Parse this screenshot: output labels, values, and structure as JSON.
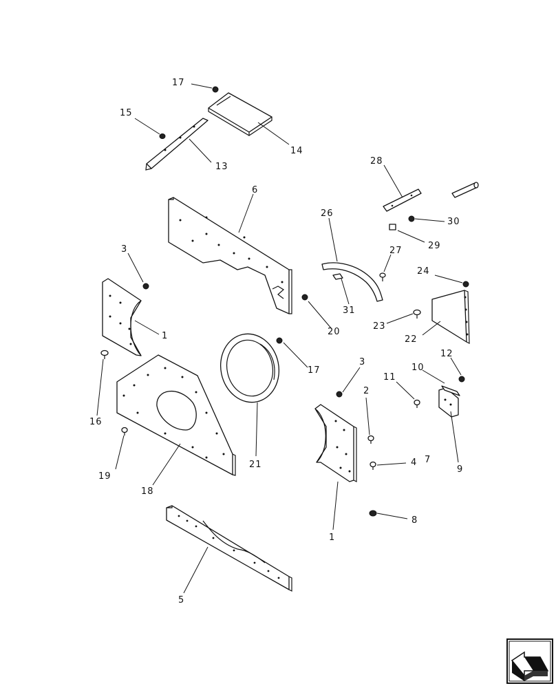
{
  "callouts": {
    "c17a": "17",
    "c15": "15",
    "c14": "14",
    "c13": "13",
    "c28": "28",
    "c6": "6",
    "c26": "26",
    "c30": "30",
    "c29": "29",
    "c3a": "3",
    "c27": "27",
    "c24": "24",
    "c1a": "1",
    "c31": "31",
    "c20": "20",
    "c23": "23",
    "c22": "22",
    "c17b": "17",
    "c3b": "3",
    "c12": "12",
    "c10": "10",
    "c16": "16",
    "c11": "11",
    "c2": "2",
    "c4": "4",
    "c7": "7",
    "c21": "21",
    "c19": "19",
    "c9": "9",
    "c18": "18",
    "c1b": "1",
    "c8": "8",
    "c5": "5"
  },
  "nav": {
    "icon": "next-page-arrow-icon"
  }
}
